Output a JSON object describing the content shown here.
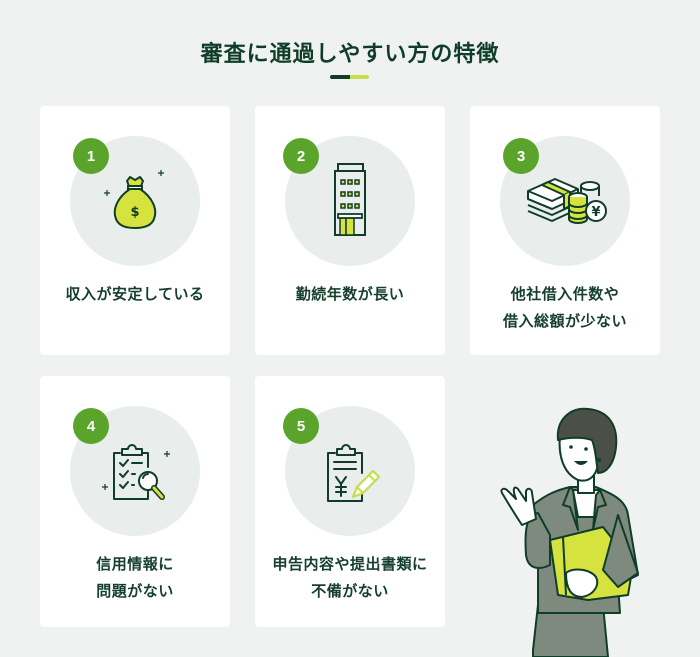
{
  "header": {
    "title": "審査に通過しやすい方の特徴"
  },
  "colors": {
    "background": "#f0f2f1",
    "card": "#ffffff",
    "icon_circle": "#e9edeb",
    "badge": "#5aa42c",
    "dark_green": "#0f3d2a",
    "lime": "#c6de4a",
    "suit_gray": "#7f8a7f"
  },
  "cards": [
    {
      "number": "1",
      "icon": "money-bag-icon",
      "line1": "収入が安定している",
      "line2": ""
    },
    {
      "number": "2",
      "icon": "office-building-icon",
      "line1": "勤続年数が長い",
      "line2": ""
    },
    {
      "number": "3",
      "icon": "cash-and-coins-icon",
      "line1": "他社借入件数や",
      "line2": "借入総額が少ない"
    },
    {
      "number": "4",
      "icon": "clipboard-magnifier-icon",
      "line1": "信用情報に",
      "line2": "問題がない"
    },
    {
      "number": "5",
      "icon": "clipboard-yen-pen-icon",
      "line1": "申告内容や提出書類に",
      "line2": "不備がない"
    }
  ],
  "illustration": {
    "icon": "businesswoman-holding-folder"
  }
}
